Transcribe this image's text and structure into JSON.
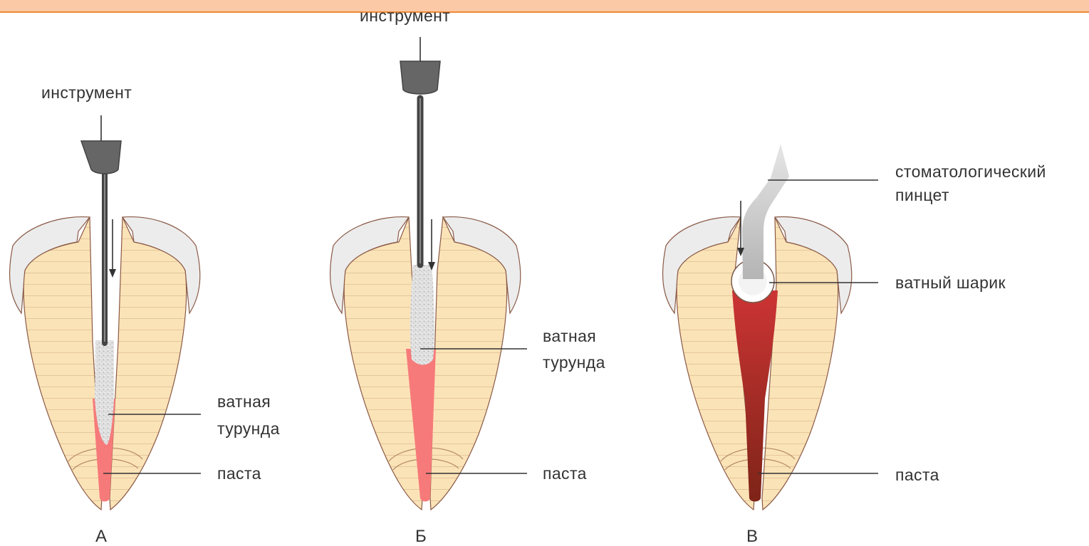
{
  "header": {
    "accent": "#f28a35",
    "background": "#fbc9a6"
  },
  "colors": {
    "dentin": "#fbe3b8",
    "dentin_outline": "#9a6a4a",
    "enamel": "#ececec",
    "paste_light": "#f77a7a",
    "paste_dark": "#8e2a20",
    "instrument": "#555555",
    "cotton": "#d8d8d8"
  },
  "panels": [
    {
      "letter": "А",
      "labels": {
        "instrument": "инструмент",
        "turunda_line1": "ватная",
        "turunda_line2": "турунда",
        "paste": "паста"
      }
    },
    {
      "letter": "Б",
      "labels": {
        "instrument": "инструмент",
        "turunda_line1": "ватная",
        "turunda_line2": "турунда",
        "paste": "паста"
      }
    },
    {
      "letter": "В",
      "labels": {
        "tweezers_line1": "стоматологический",
        "tweezers_line2": "пинцет",
        "cotton_ball": "ватный шарик",
        "paste": "паста"
      }
    }
  ]
}
